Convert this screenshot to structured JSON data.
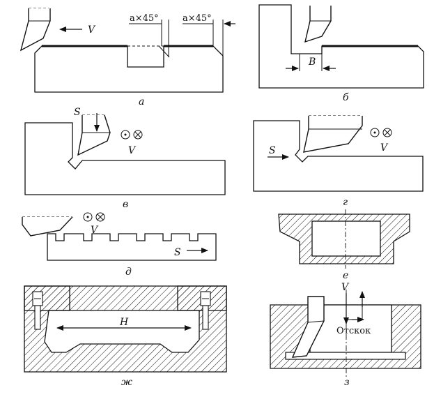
{
  "panels": {
    "a": {
      "caption": "а",
      "velocity": "V",
      "chamfer_left": "a×45°",
      "chamfer_right": "a×45°"
    },
    "b": {
      "caption": "б",
      "width": "B"
    },
    "v": {
      "caption": "в",
      "feed": "S",
      "velocity": "V"
    },
    "g": {
      "caption": "г",
      "feed": "S",
      "velocity": "V"
    },
    "d": {
      "caption": "д",
      "feed": "S",
      "velocity": "V"
    },
    "e": {
      "caption": "е"
    },
    "zh": {
      "caption": "ж",
      "height": "H"
    },
    "z": {
      "caption": "з",
      "velocity": "V",
      "rebound": "Отскок"
    }
  }
}
